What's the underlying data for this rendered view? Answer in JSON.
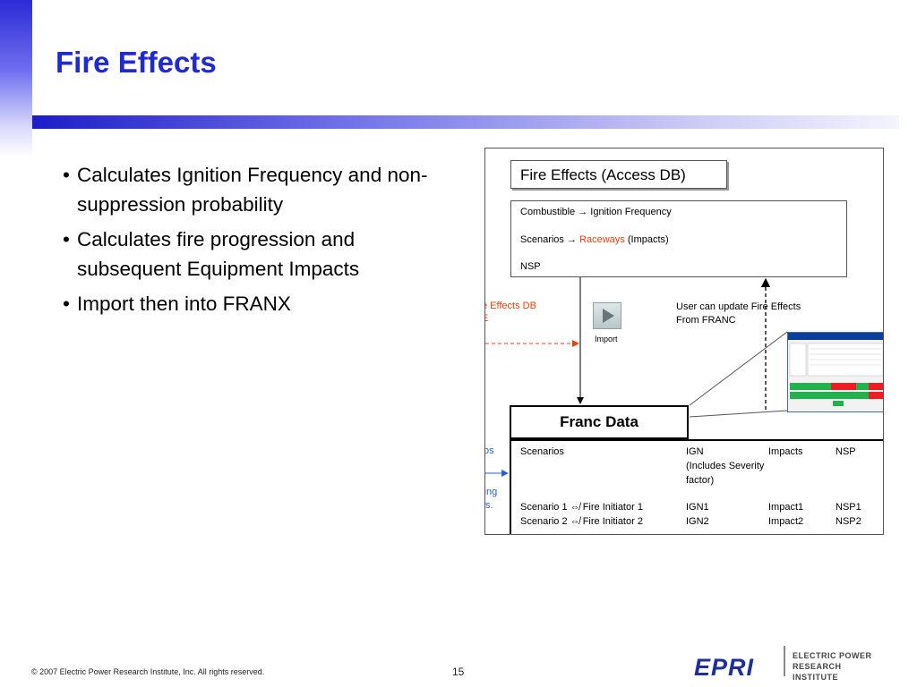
{
  "slide": {
    "title": "Fire Effects",
    "bullets": [
      "Calculates Ignition Frequency and non-suppression probability",
      "Calculates fire progression and subsequent Equipment Impacts",
      "Import then into FRANX"
    ]
  },
  "figure": {
    "db_title": "Fire Effects (Access DB)",
    "db_rows": {
      "row1_a": "Combustible",
      "row1_arrow": "→",
      "row1_b": "Ignition Frequency",
      "row2_a": "Scenarios",
      "row2_arrow": "→",
      "row2_red": "Raceways",
      "row2_b": "(Impacts)",
      "row3": "NSP"
    },
    "left_label_1": "e Effects DB",
    "left_label_2": "E",
    "import_label": "Import",
    "update_note_1": "User can update Fire Effects",
    "update_note_2": "From FRANC",
    "franc_title": "Franc Data",
    "left_blue_1": "os",
    "left_blue_2": "iding",
    "left_blue_3": "s.",
    "table": {
      "h_scenarios": "Scenarios",
      "h_ign_1": "IGN",
      "h_ign_2": "(Includes Severity",
      "h_ign_3": "factor)",
      "h_impacts": "Impacts",
      "h_nsp": "NSP",
      "r1_scen": "Scenario 1 ⇎ Fire Initiator 1",
      "r1_ign": "IGN1",
      "r1_imp": "Impact1",
      "r1_nsp": "NSP1",
      "r2_scen": "Scenario 2 ⇎ Fire Initiator 2",
      "r2_ign": "IGN2",
      "r2_imp": "Impact2",
      "r2_nsp": "NSP2"
    }
  },
  "footer": {
    "copyright": "© 2007 Electric Power Research Institute, Inc. All rights reserved.",
    "page": "15",
    "logo_mark": "EPRI",
    "logo_line1": "ELECTRIC POWER",
    "logo_line2": "RESEARCH INSTITUTE"
  },
  "colors": {
    "title": "#1f2ad0",
    "accent_red": "#e8400c",
    "accent_blue": "#2a5ed8",
    "logo": "#1f2f9a"
  }
}
